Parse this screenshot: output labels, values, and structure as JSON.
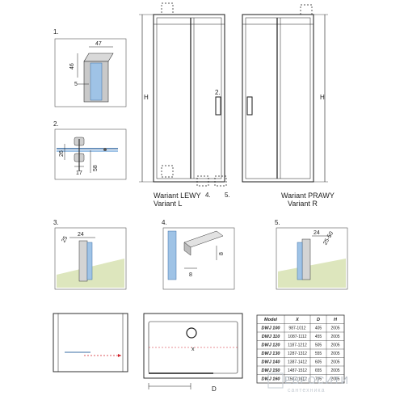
{
  "callouts": {
    "d1": "1.",
    "d2": "2.",
    "d3": "3.",
    "d4": "4.",
    "d5": "5.",
    "m2": "2.",
    "m4": "4.",
    "m5": "5."
  },
  "dimensions": {
    "d1_width": "47",
    "d1_height": "46",
    "d1_small": "5",
    "d2_left": "26",
    "d2_bottom": "17",
    "d2_right": "58",
    "d3_a": "25",
    "d3_b": "24",
    "d4_height": "8",
    "d4_width": "8",
    "d5_a": "24",
    "d5_b": "25-50",
    "height_left": "H",
    "height_right": "H",
    "plan_x": "x",
    "plan_d": "D"
  },
  "variants": {
    "left_line1": "Wariant LEWY",
    "left_line2": "Variant L",
    "right_line1": "Wariant PRAWY",
    "right_line2": "Variant R"
  },
  "size_table": {
    "headers": [
      "Model",
      "X",
      "D",
      "H"
    ],
    "rows": [
      [
        "DWJ 100",
        "987-1012",
        "405",
        "2005"
      ],
      [
        "DWJ 110",
        "1087-1112",
        "455",
        "2005"
      ],
      [
        "DWJ 120",
        "1187-1212",
        "505",
        "2005"
      ],
      [
        "DWJ 130",
        "1287-1312",
        "555",
        "2005"
      ],
      [
        "DWJ 140",
        "1387-1412",
        "605",
        "2005"
      ],
      [
        "DWJ 150",
        "1487-1512",
        "655",
        "2005"
      ],
      [
        "DWJ 160",
        "1587-1612",
        "705",
        "2005"
      ]
    ]
  },
  "watermark": {
    "brand": "ЕВРОСИТИ",
    "sub": "сантехника"
  },
  "colors": {
    "line": "#1a1a1a",
    "glass": "#9fc3e6",
    "floor": "#dde6bd",
    "frame": "#9a9a9a",
    "accent_red": "#d0202a",
    "table_border": "#333333"
  }
}
